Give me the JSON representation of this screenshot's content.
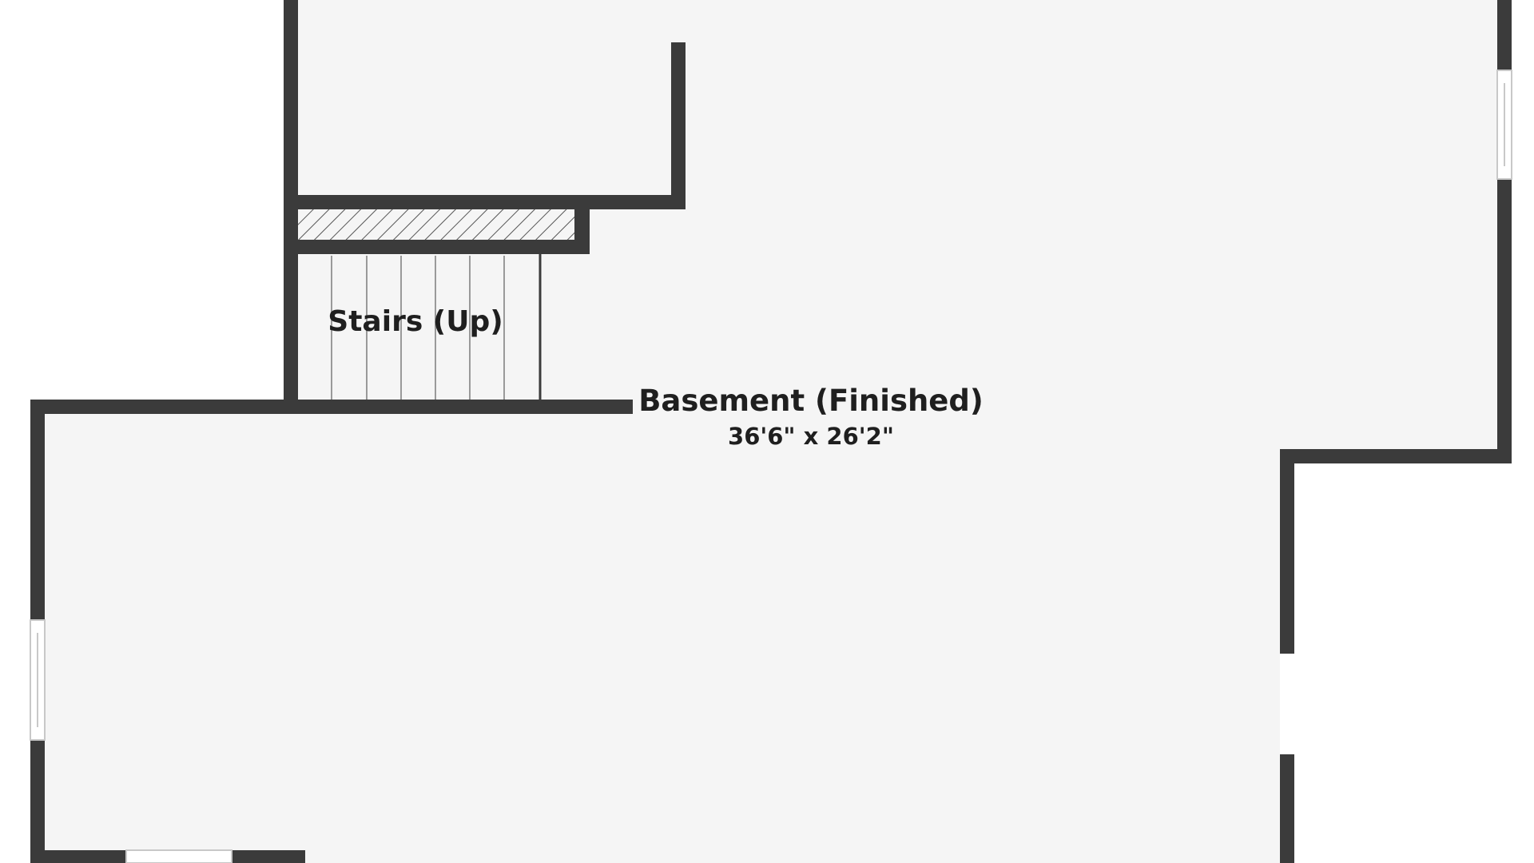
{
  "floorplan": {
    "rooms": [
      {
        "id": "basement",
        "name": "Basement (Finished)",
        "dimensions": "36'6\" x 26'2\""
      },
      {
        "id": "stairs",
        "name": "Stairs (Up)"
      }
    ],
    "colors": {
      "wall": "#3b3b3b",
      "floor": "#f5f5f5",
      "background": "#ffffff",
      "window_frame": "#c8c8c8",
      "stair_tread_line": "#9a9a9a"
    }
  }
}
